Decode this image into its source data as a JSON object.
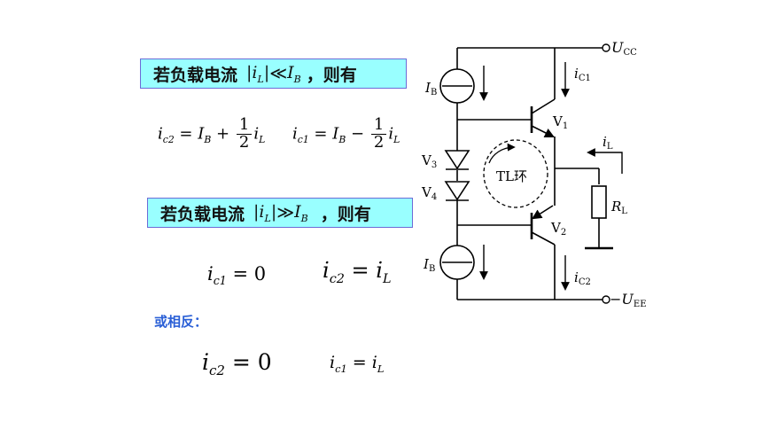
{
  "box1": {
    "prefix": "若负载电流",
    "cond": "≪",
    "suffix": "，则有"
  },
  "box2": {
    "prefix": "若负载电流",
    "cond": "≫",
    "suffix": "，则有"
  },
  "note": "或相反：",
  "circuit": {
    "ucc": "CC",
    "uee": "EE",
    "ib": "B",
    "v1": "1",
    "v2": "2",
    "v3": "3",
    "v4": "4",
    "ic1": "C1",
    "ic2": "C2",
    "il": "L",
    "rl": "L",
    "loop": "TL环"
  }
}
